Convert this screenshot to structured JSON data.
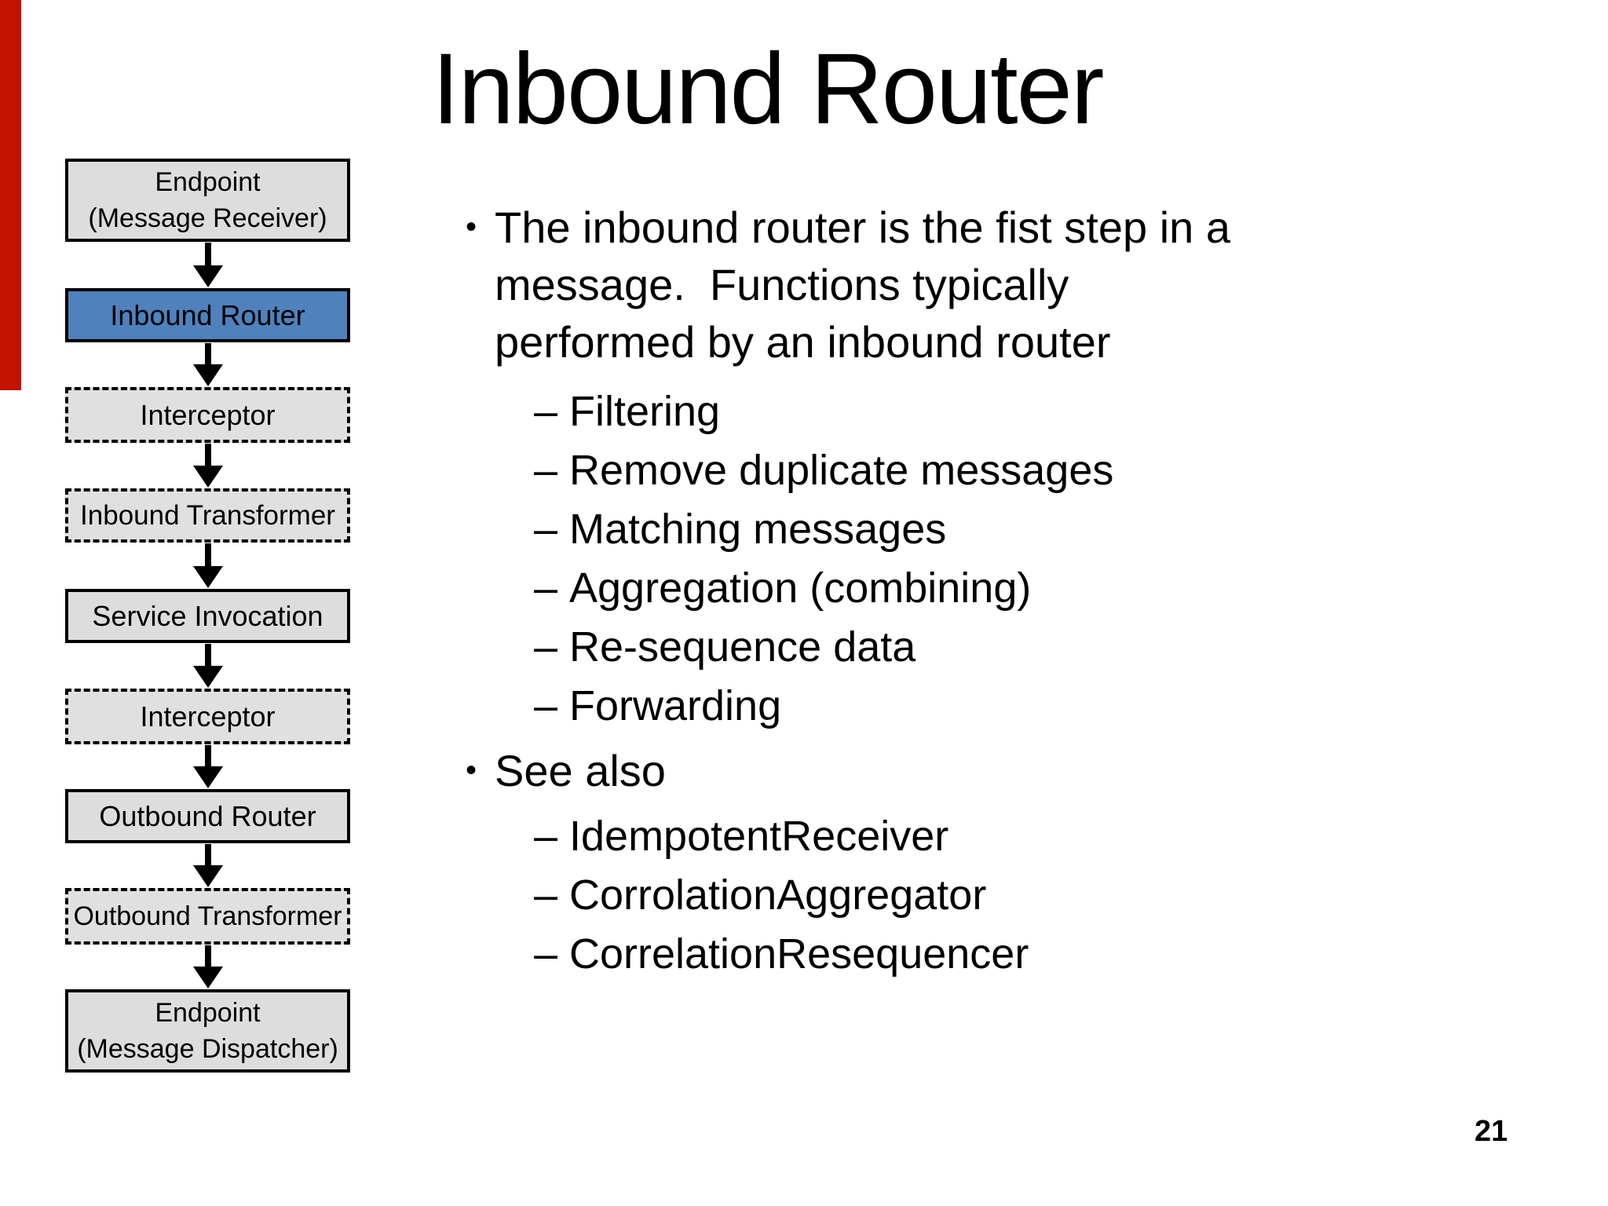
{
  "slide": {
    "title": "Inbound Router",
    "page_number": "21",
    "background_color": "#ffffff"
  },
  "decor": {
    "red_strip_color": "#c41200"
  },
  "flowchart": {
    "boxes": [
      {
        "label": "Endpoint",
        "sublabel": "(Message Receiver)",
        "style": "solid"
      },
      {
        "label": "Inbound Router",
        "style": "highlighted"
      },
      {
        "label": "Interceptor",
        "style": "dashed"
      },
      {
        "label": "Inbound Transformer",
        "style": "dashed"
      },
      {
        "label": "Service Invocation",
        "style": "solid"
      },
      {
        "label": "Interceptor",
        "style": "dashed"
      },
      {
        "label": "Outbound Router",
        "style": "solid"
      },
      {
        "label": "Outbound Transformer",
        "style": "dashed"
      },
      {
        "label": "Endpoint",
        "sublabel": "(Message Dispatcher)",
        "style": "solid"
      }
    ],
    "highlight_fill": "#4f81bd",
    "box_fill": "#dddddd",
    "border_color": "#000000"
  },
  "content": {
    "bullet_char": "•",
    "dash_char": "–",
    "bullet1": "The inbound router is the fist step in a\nmessage.  Functions typically\nperformed by an inbound router",
    "functions": [
      "Filtering",
      "Remove duplicate messages",
      "Matching messages",
      "Aggregation (combining)",
      "Re-sequence data",
      "Forwarding"
    ],
    "bullet2": "See also",
    "see_also": [
      "IdempotentReceiver",
      "CorrolationAggregator",
      "CorrelationResequencer"
    ]
  }
}
